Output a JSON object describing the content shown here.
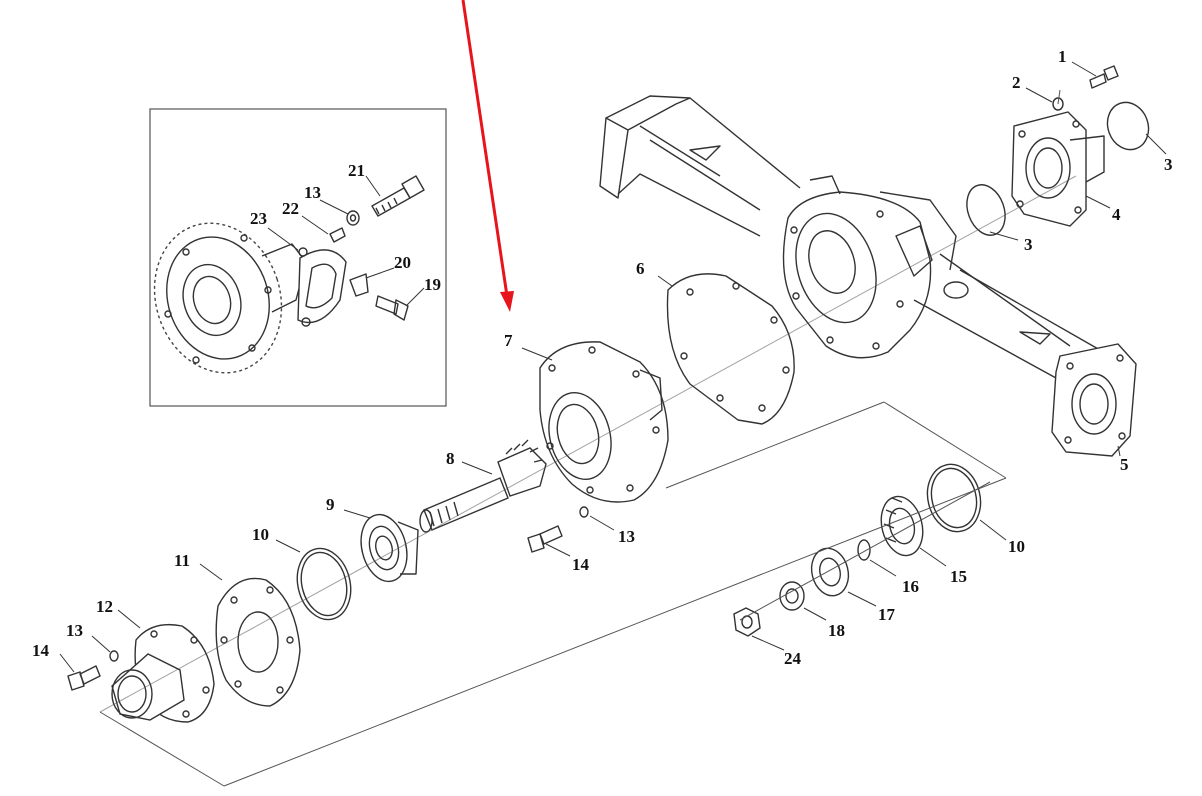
{
  "diagram": {
    "callouts": {
      "c1": "1",
      "c2": "2",
      "c3a": "3",
      "c3b": "3",
      "c4": "4",
      "c5": "5",
      "c6": "6",
      "c7": "7",
      "c8": "8",
      "c9": "9",
      "c10a": "10",
      "c10b": "10",
      "c11": "11",
      "c12": "12",
      "c13a": "13",
      "c13b": "13",
      "c13c": "13",
      "c14a": "14",
      "c14b": "14",
      "c15": "15",
      "c16": "16",
      "c17": "17",
      "c18": "18",
      "c19": "19",
      "c20": "20",
      "c21": "21",
      "c22": "22",
      "c23": "23",
      "c24": "24"
    },
    "highlight_arrow_color": "#e8141c",
    "line_color": "#333333"
  }
}
